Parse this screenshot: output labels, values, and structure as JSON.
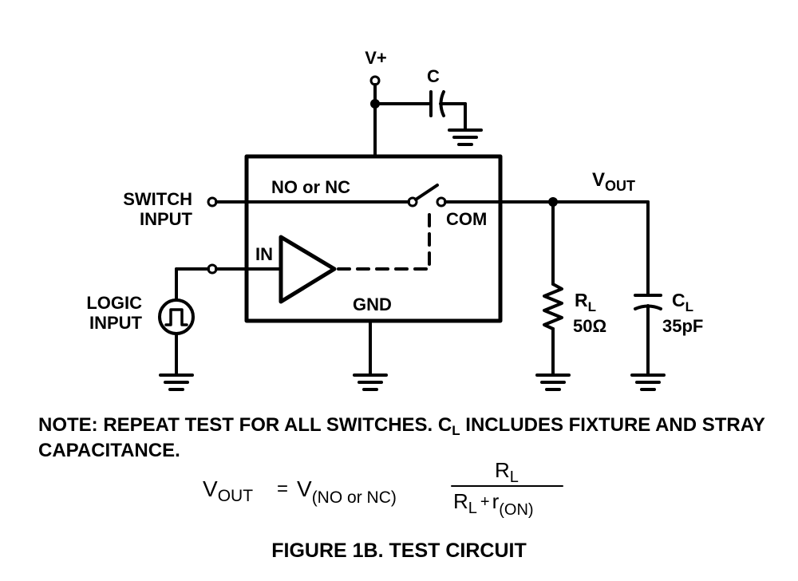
{
  "labels": {
    "supply": "V+",
    "bypass_cap": "C",
    "switch_input_1": "SWITCH",
    "switch_input_2": "INPUT",
    "no_nc": "NO or NC",
    "com": "COM",
    "in": "IN",
    "gnd": "GND",
    "logic_input_1": "LOGIC",
    "logic_input_2": "INPUT",
    "vout_main": "V",
    "vout_sub": "OUT",
    "rl_main": "R",
    "rl_sub": "L",
    "rl_value": "50Ω",
    "cl_main": "C",
    "cl_sub": "L",
    "cl_value": "35pF"
  },
  "note": {
    "part1": "NOTE: REPEAT TEST FOR ALL SWITCHES. C",
    "sub": "L",
    "part2": " INCLUDES FIXTURE AND STRAY CAPACITANCE."
  },
  "equation": {
    "lhs_main": "V",
    "lhs_sub": "OUT",
    "equals": "=",
    "v_main": "V",
    "v_sub": "(NO or NC)",
    "num_main": "R",
    "num_sub": "L",
    "den_main": "R",
    "den_sub": "L",
    "plus": "+",
    "r_on_main": "r",
    "r_on_sub": "(ON)"
  },
  "caption": "FIGURE 1B.  TEST CIRCUIT"
}
